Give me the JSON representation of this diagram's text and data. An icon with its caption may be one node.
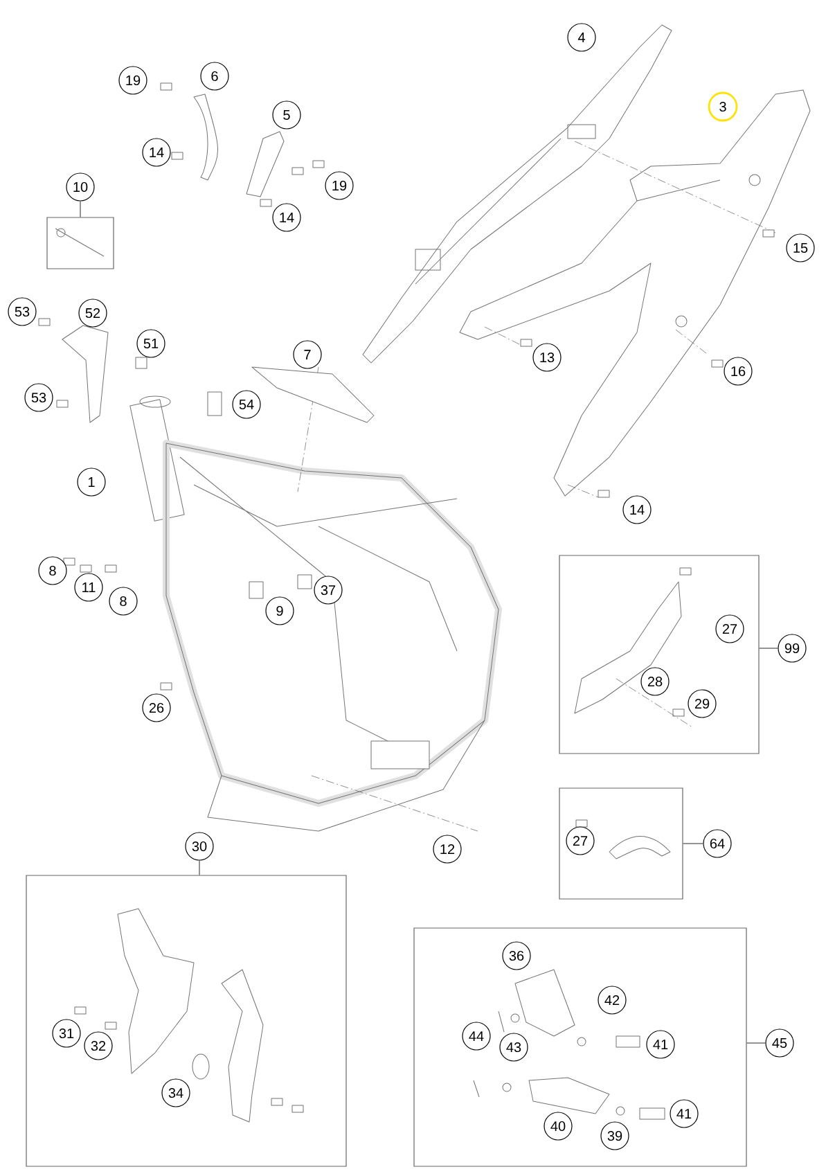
{
  "diagram": {
    "nodes": [
      {
        "text": [
          "4"
        ]
      },
      {
        "text": [
          "3"
        ]
      },
      {
        "text": [
          "19"
        ]
      },
      {
        "text": [
          "6"
        ]
      },
      {
        "text": [
          "5"
        ]
      },
      {
        "text": [
          "14"
        ]
      },
      {
        "text": [
          "19"
        ]
      },
      {
        "text": [
          "10"
        ]
      },
      {
        "text": [],
        "shape": "box"
      },
      {
        "text": [
          "14"
        ]
      },
      {
        "text": [
          "15"
        ]
      },
      {
        "text": [
          "53"
        ]
      },
      {
        "text": [
          "52"
        ]
      },
      {
        "text": [
          "51"
        ]
      },
      {
        "text": [
          "7"
        ]
      },
      {
        "text": [
          "13"
        ]
      },
      {
        "text": [
          "16"
        ]
      },
      {
        "text": [
          "53"
        ]
      },
      {
        "text": [
          "54"
        ]
      },
      {
        "text": [
          "1"
        ]
      },
      {
        "text": [
          "14"
        ]
      },
      {
        "text": [],
        "shape": "box"
      },
      {
        "text": [
          "8"
        ]
      },
      {
        "text": [
          "11"
        ]
      },
      {
        "text": [
          "37"
        ]
      },
      {
        "text": [
          "8"
        ]
      },
      {
        "text": [
          "9"
        ]
      },
      {
        "text": [
          "27"
        ],
        "in": 21
      },
      {
        "text": [
          "99"
        ]
      },
      {
        "text": [
          "28"
        ],
        "in": 21
      },
      {
        "text": [
          "29"
        ],
        "in": 21
      },
      {
        "text": [
          "26"
        ]
      },
      {
        "text": [],
        "shape": "box"
      },
      {
        "text": [
          "27"
        ],
        "in": 32
      },
      {
        "text": [
          "64"
        ]
      },
      {
        "text": [
          "30"
        ]
      },
      {
        "text": [
          "12"
        ]
      },
      {
        "text": [],
        "shape": "box"
      },
      {
        "text": [],
        "shape": "box"
      },
      {
        "text": [
          "36"
        ],
        "in": 38
      },
      {
        "text": [
          "42"
        ],
        "in": 38
      },
      {
        "text": [
          "31"
        ],
        "in": 37
      },
      {
        "text": [
          "44"
        ],
        "in": 38
      },
      {
        "text": [
          "32"
        ],
        "in": 37
      },
      {
        "text": [
          "43"
        ],
        "in": 38
      },
      {
        "text": [
          "41"
        ],
        "in": 38
      },
      {
        "text": [
          "45"
        ]
      },
      {
        "text": [
          "34"
        ],
        "in": 37
      },
      {
        "text": [
          "40"
        ],
        "in": 38
      },
      {
        "text": [
          "41"
        ],
        "in": 38
      },
      {
        "text": [
          "39"
        ],
        "in": 38
      }
    ],
    "edges": [
      {
        "from": 7,
        "to": 8,
        "arrow": "none"
      },
      {
        "from": 28,
        "to": 21,
        "arrow": "none"
      },
      {
        "from": 34,
        "to": 32,
        "arrow": "none"
      },
      {
        "from": 35,
        "to": 37,
        "arrow": "none"
      },
      {
        "from": 46,
        "to": 38,
        "arrow": "none"
      }
    ]
  }
}
